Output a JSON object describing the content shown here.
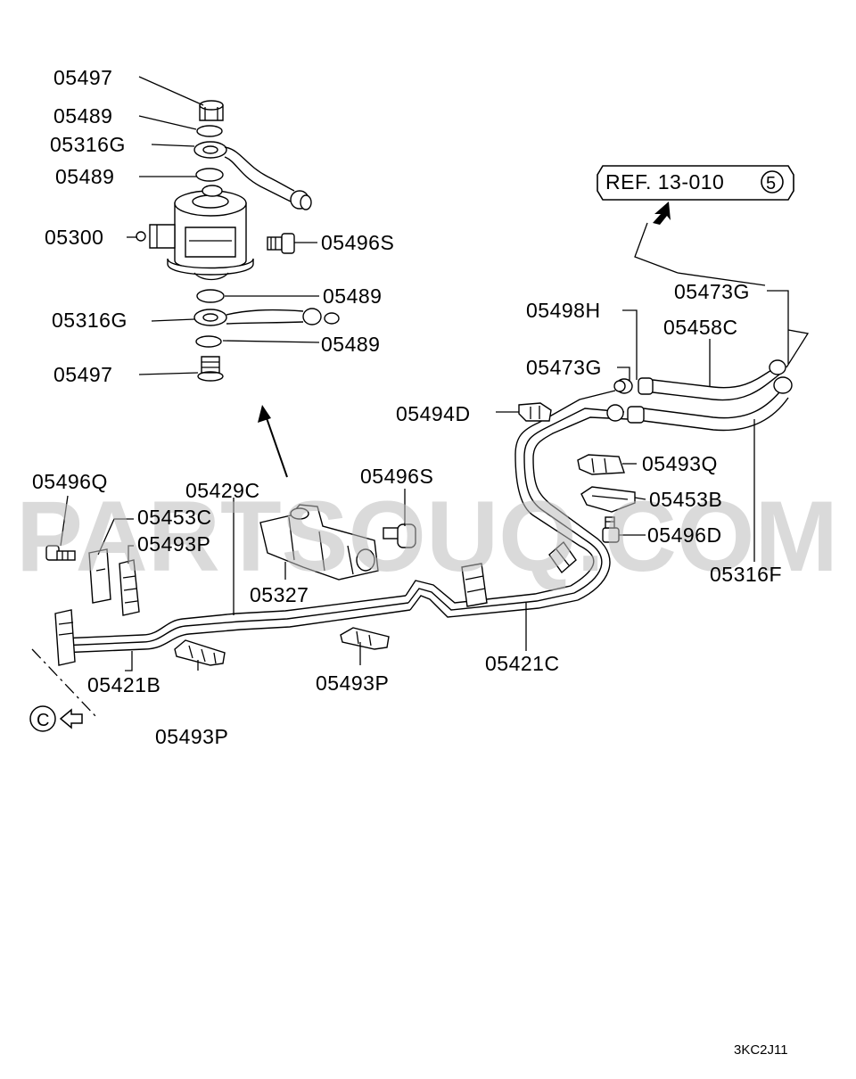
{
  "labels": {
    "p05497_top": "05497",
    "p05489_a": "05489",
    "p05316G_top": "05316G",
    "p05489_b": "05489",
    "p05300": "05300",
    "p05496S_top": "05496S",
    "p05489_c": "05489",
    "p05316G_bot": "05316G",
    "p05489_d": "05489",
    "p05497_bot": "05497",
    "p05496Q": "05496Q",
    "p05429C": "05429C",
    "p05496S_mid": "05496S",
    "p05453C": "05453C",
    "p05493P_left": "05493P",
    "p05327": "05327",
    "p05421B": "05421B",
    "p05493P_mid": "05493P",
    "p05493P_bot": "05493P",
    "p05421C": "05421C",
    "p05494D": "05494D",
    "p05498H": "05498H",
    "p05473G_left": "05473G",
    "p05473G_right": "05473G",
    "p05458C": "05458C",
    "p05493Q": "05493Q",
    "p05453B": "05453B",
    "p05496D": "05496D",
    "p05316F": "05316F"
  },
  "ref_box": {
    "text": "REF. 13-010",
    "circle": "5"
  },
  "view_marker": {
    "letter": "C"
  },
  "watermark": "PARTSOUQ.COM",
  "code": "3KC2J11"
}
